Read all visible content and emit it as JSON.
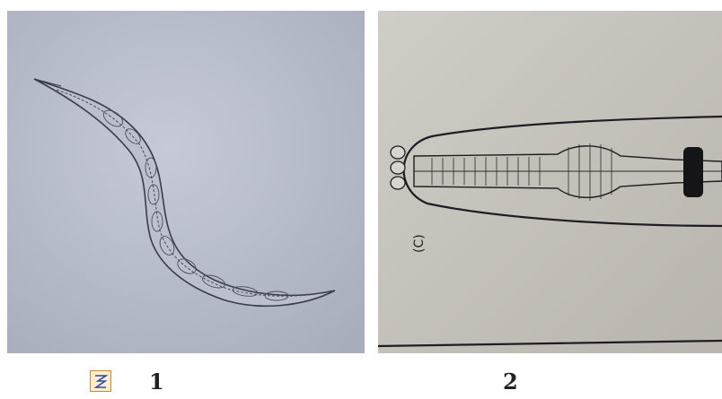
{
  "figure": {
    "panels": [
      {
        "id": "photo-1",
        "caption": "1"
      },
      {
        "id": "photo-2",
        "caption": "2",
        "inset_label": "(C)"
      }
    ],
    "icon": "document-zigzag-icon"
  }
}
